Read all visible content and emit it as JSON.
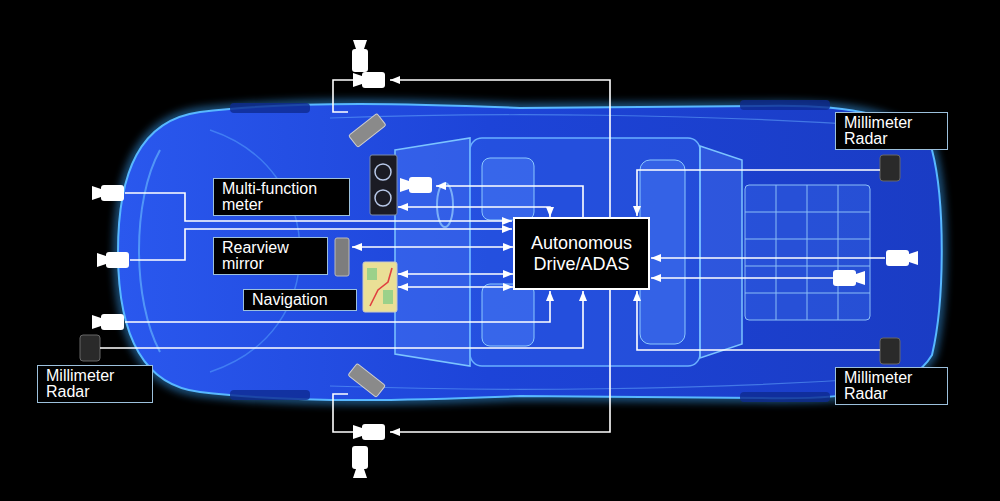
{
  "diagram": {
    "nodes": [
      {
        "text": [
          "Millimeter Radar"
        ]
      },
      {
        "text": [
          "Multi-function meter"
        ]
      },
      {
        "text": [
          "Autonomous Drive/ADAS"
        ]
      },
      {
        "text": [
          "Rearview mirror"
        ]
      },
      {
        "text": [
          "Navigation"
        ]
      },
      {
        "text": [
          "Millimeter Radar"
        ]
      },
      {
        "text": [
          "Millimeter Radar"
        ]
      }
    ],
    "edges": [
      {
        "from": 2,
        "to": 1,
        "arrow": "both"
      },
      {
        "from": 2,
        "to": 3,
        "arrow": "both"
      },
      {
        "from": 2,
        "to": 4,
        "arrow": "both"
      },
      {
        "from": 2,
        "to": 4,
        "arrow": "both"
      }
    ]
  }
}
